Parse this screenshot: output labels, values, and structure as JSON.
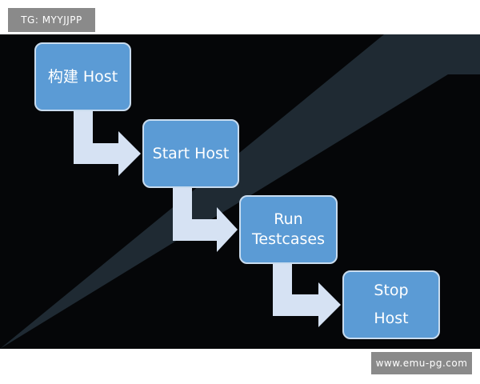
{
  "watermarks": {
    "top_left": "TG: MYYJJPP",
    "bottom_right": "www.emu-pg.com"
  },
  "steps": [
    {
      "lines": [
        "构建 Host"
      ]
    },
    {
      "lines": [
        "Start Host"
      ]
    },
    {
      "lines": [
        "Run",
        "Testcases"
      ]
    },
    {
      "lines": [
        "Stop",
        "Host"
      ]
    }
  ],
  "colors": {
    "background": "#050608",
    "background_diagonal": "#1f2a33",
    "box_fill": "#5b9bd5",
    "box_border": "#c9dcef",
    "arrow_fill": "#d6e2f3",
    "text": "#ffffff",
    "watermark_bg": "#8a8a8a"
  }
}
